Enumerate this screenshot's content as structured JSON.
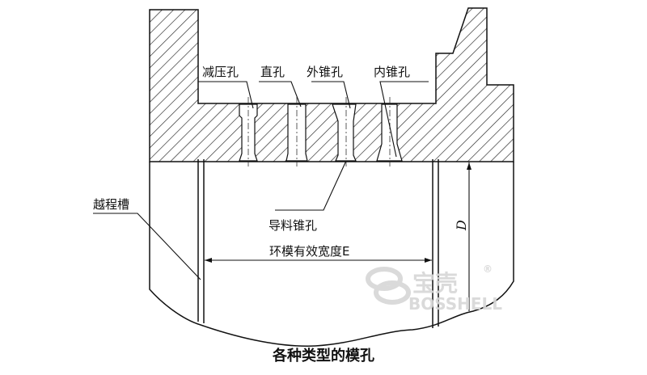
{
  "labels": {
    "relief_hole": "减压孔",
    "straight_hole": "直孔",
    "outer_cone_hole": "外锥孔",
    "inner_cone_hole": "内锥孔",
    "undercut_groove": "越程槽",
    "guide_cone_hole": "导料锥孔",
    "effective_width": "环模有效宽度E",
    "diameter": "D"
  },
  "caption": "各种类型的模孔",
  "watermark": {
    "cn": "宝壳",
    "en": "BOSSHELL",
    "mark": "®"
  },
  "colors": {
    "line": "#111111",
    "watermark": "#d6d6d6"
  }
}
